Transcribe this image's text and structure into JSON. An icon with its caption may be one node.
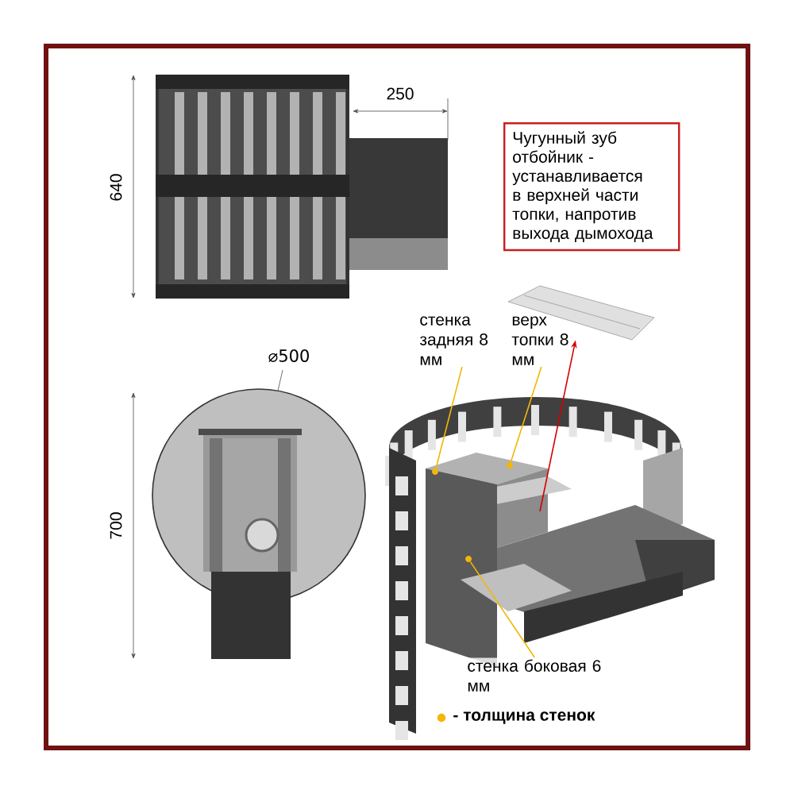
{
  "diagram": {
    "nodes": [
      {
        "text": [
          "Чугунный зуб отбойник - устанавливается в верхней части топки, напротив выхода дымохода"
        ]
      },
      {
        "text": [],
        "shape": "picture"
      },
      {
        "text": [
          "стенка задняя 8 мм"
        ]
      },
      {
        "text": [
          "верх топки 8 мм"
        ]
      },
      {
        "text": [
          "стенка боковая 6 мм"
        ]
      },
      {
        "text": [],
        "shape": "circle"
      },
      {
        "text": [],
        "shape": "circle"
      },
      {
        "text": [],
        "shape": "circle"
      }
    ],
    "edges": [
      {
        "from": null,
        "to": 1,
        "arrow": "to",
        "color": "#d40000"
      },
      {
        "from": 2,
        "to": 5,
        "arrow": "none",
        "color": "#f2b705"
      },
      {
        "from": 3,
        "to": 6,
        "arrow": "none",
        "color": "#f2b705"
      },
      {
        "from": 4,
        "to": 7,
        "arrow": "none",
        "color": "#f2b705"
      }
    ],
    "labels": [
      "640",
      "250",
      "⌀500",
      "700"
    ],
    "legend": [
      {
        "text": "- толщина стенок",
        "color": "#f2b705"
      }
    ]
  }
}
